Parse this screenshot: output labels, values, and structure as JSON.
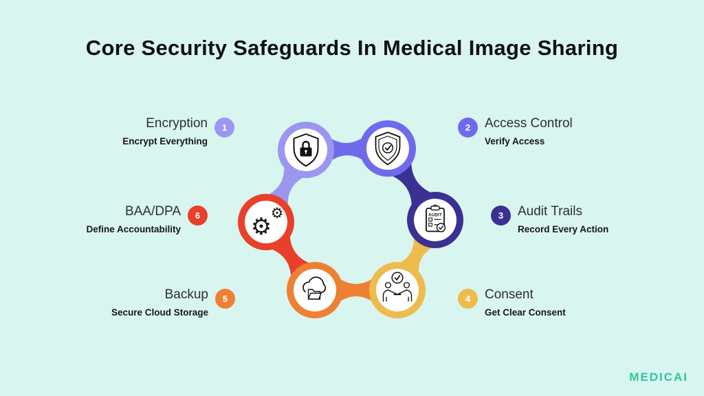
{
  "title": "Core Security Safeguards In Medical Image Sharing",
  "background_color": "#d9f5ef",
  "brand": {
    "logo_text": "MEDICAI",
    "logo_color": "#2dc5a2"
  },
  "audit_icon_text": "AUDIT",
  "items": [
    {
      "num": "1",
      "label": "Encryption",
      "sub": "Encrypt Everything",
      "color": "#9b97f1",
      "icon": "lock-shield-icon",
      "side": "left"
    },
    {
      "num": "2",
      "label": "Access Control",
      "sub": "Verify Access",
      "color": "#6f6aec",
      "icon": "shield-check-icon",
      "side": "right"
    },
    {
      "num": "3",
      "label": "Audit Trails",
      "sub": "Record Every Action",
      "color": "#3b3193",
      "icon": "audit-clipboard-icon",
      "side": "right"
    },
    {
      "num": "4",
      "label": "Consent",
      "sub": "Get Clear Consent",
      "color": "#eebb4d",
      "icon": "handshake-check-icon",
      "side": "right"
    },
    {
      "num": "5",
      "label": "Backup",
      "sub": "Secure Cloud Storage",
      "color": "#ee8033",
      "icon": "cloud-folder-icon",
      "side": "left"
    },
    {
      "num": "6",
      "label": "BAA/DPA",
      "sub": "Define Accountability",
      "color": "#e8402a",
      "icon": "gears-icon",
      "side": "left"
    }
  ]
}
